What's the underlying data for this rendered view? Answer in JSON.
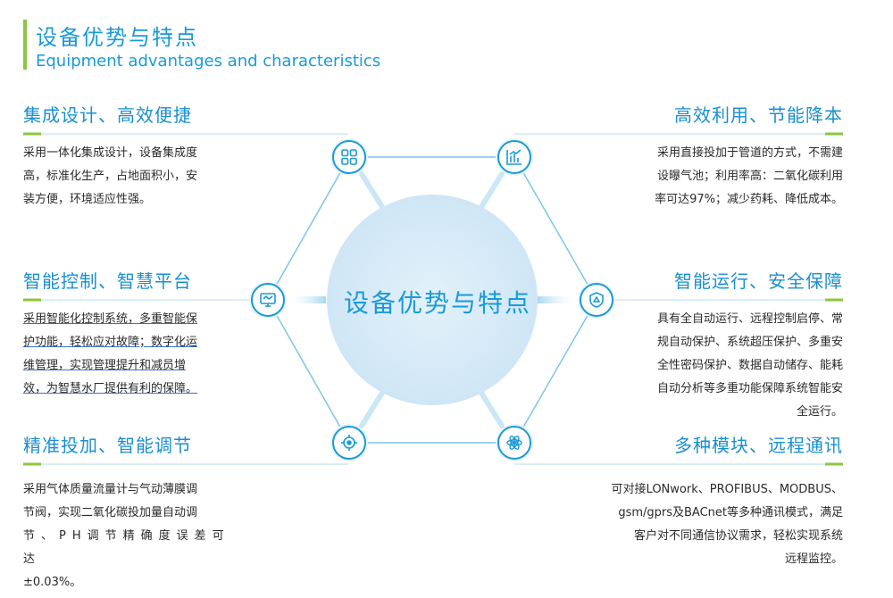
{
  "header": {
    "title_cn": "设备优势与特点",
    "title_en": "Equipment advantages and characteristics"
  },
  "center": {
    "label": "设备优势与特点"
  },
  "features": {
    "integrated": {
      "title": "集成设计、高效便捷",
      "desc_lines": [
        "采用一体化集成设计，设备集成度",
        "高，标准化生产，占地面积小，安",
        "装方便，环境适应性强。"
      ],
      "icon": "grid-icon"
    },
    "smart_control": {
      "title": "智能控制、智慧平台",
      "desc_lines": [
        "采用智能化控制系统，多重智能保",
        "护功能，轻松应对故障；数字化运",
        "维管理，实现管理提升和减员增",
        "效，为智慧水厂提供有利的保障。"
      ],
      "icon": "monitor-icon"
    },
    "precise_dosing": {
      "title": "精准投加、智能调节",
      "desc_lines": [
        "采用气体质量流量计与气动薄膜调",
        "节阀，实现二氧化碳投加量自动调",
        "节、PH调节精确度误差可达",
        "±0.03%。"
      ],
      "icon": "target-icon"
    },
    "efficient_use": {
      "title": "高效利用、节能降本",
      "desc_lines": [
        "采用直接投加于管道的方式，不需建",
        "设曝气池；利用率高：二氧化碳利用",
        "率可达97%；减少药耗、降低成本。"
      ],
      "icon": "bar-chart-icon"
    },
    "safe_operation": {
      "title": "智能运行、安全保障",
      "desc_lines": [
        "具有全自动运行、远程控制启停、常",
        "规自动保护、系统超压保护、多重安",
        "全性密码保护、数据自动储存、能耗",
        "自动分析等多重功能保障系统智能安",
        "全运行。"
      ],
      "icon": "shield-icon"
    },
    "multi_module": {
      "title": "多种模块、远程通讯",
      "desc_lines": [
        "可对接LONwork、PROFIBUS、MODBUS、",
        "gsm/gprs及BACnet等多种通讯模式，满足",
        "客户对不同通信协议需求，轻松实现系统",
        "远程监控。"
      ],
      "icon": "atom-icon"
    }
  },
  "colors": {
    "accent": "#1a9ad6",
    "green": "#8cc63f",
    "circle_fill": "#d8ecf8"
  }
}
